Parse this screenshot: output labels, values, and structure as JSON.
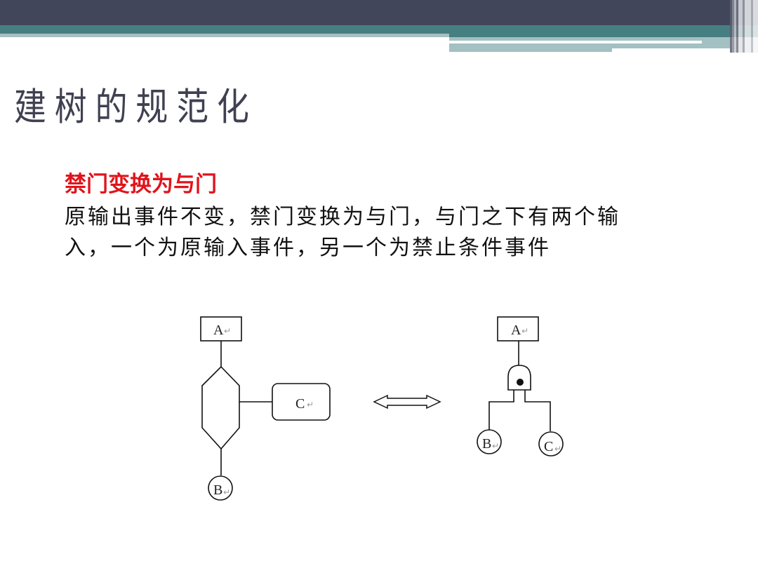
{
  "slide": {
    "title": "建树的规范化",
    "subtitle": "禁门变换为与门",
    "body_lines": [
      "原输出事件不变，禁门变换为与门，与门之下有两个输",
      "入，一个为原输入事件，另一个为禁止条件事件"
    ],
    "colors": {
      "header_dark": "#41465a",
      "header_teal": "#467f82",
      "header_light": "#a3c0c2",
      "title": "#3f4152",
      "subtitle": "#e0141b",
      "body": "#111111"
    }
  },
  "diagram": {
    "left": {
      "top_event": "A",
      "gate": "inhibit-gate",
      "condition_event": "C",
      "input_event": "B"
    },
    "equivalence": "double-arrow",
    "right": {
      "top_event": "A",
      "gate": "and-gate",
      "inputs": [
        "B",
        "C"
      ]
    },
    "return_mark": "↵"
  }
}
